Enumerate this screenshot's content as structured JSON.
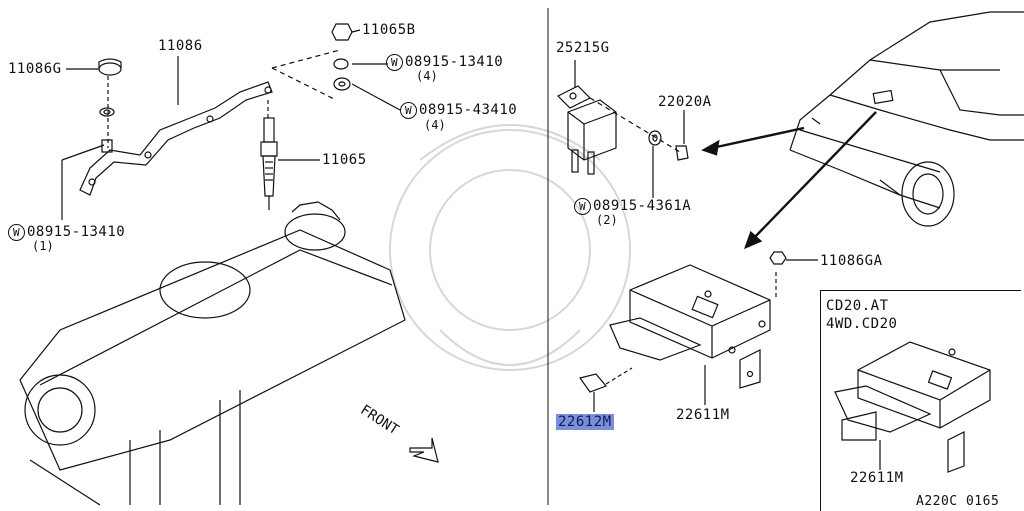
{
  "labels": {
    "p11065B": "11065B",
    "p11086G": "11086G",
    "p11086": "11086",
    "w1": "08915-13410",
    "w1_qty": "(4)",
    "w2": "08915-43410",
    "w2_qty": "(4)",
    "p11065": "11065",
    "w3": "08915-13410",
    "w3_qty": "(1)",
    "p25215G": "25215G",
    "p22020A": "22020A",
    "w4": "08915-4361A",
    "w4_qty": "(2)",
    "p11086GA": "11086GA",
    "p22612M": "22612M",
    "p22611M": "22611M",
    "p22611M_b": "22611M",
    "variant_line1": "CD20.AT",
    "variant_line2": "4WD.CD20",
    "front": "FRONT",
    "figure_id": "A220C 0165",
    "washer_mark": "W"
  },
  "highlight_color": "#7b8fd6"
}
